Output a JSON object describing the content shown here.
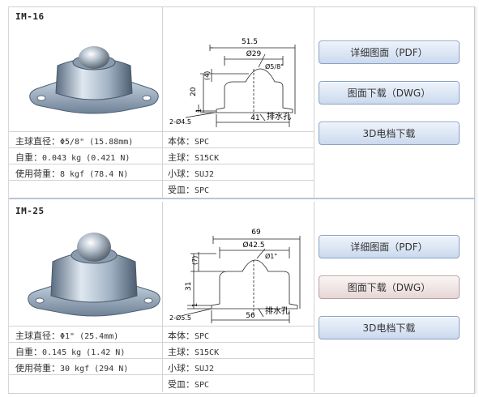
{
  "products": [
    {
      "model": "IM-16",
      "drawing": {
        "overall_width": "51.5",
        "inner_diameter": "Ø29",
        "ball_label": "Ø5/8\"",
        "height": "20",
        "ball_protrusion": "(4)",
        "flange_thickness": "1",
        "holes": "2-Ø4.5",
        "hole_pitch": "41",
        "drain_label": "排水孔"
      },
      "specs": [
        {
          "label": "主球直径",
          "value": "Φ5/8\" (15.88mm)"
        },
        {
          "label": "自重",
          "value": "0.043 kg (0.421 N)"
        },
        {
          "label": "使用荷重",
          "value": "8 kgf (78.4 N)"
        }
      ],
      "materials": [
        {
          "label": "本体",
          "value": "SPC"
        },
        {
          "label": "主球",
          "value": "S15CK"
        },
        {
          "label": "小球",
          "value": "SUJ2"
        },
        {
          "label": "受皿",
          "value": "SPC"
        }
      ],
      "buttons": [
        "详细图面（PDF）",
        "图面下载（DWG）",
        "3D电档下载"
      ]
    },
    {
      "model": "IM-25",
      "drawing": {
        "overall_width": "69",
        "inner_diameter": "Ø42.5",
        "ball_label": "Ø1\"",
        "height": "31",
        "ball_protrusion": "(7)",
        "flange_thickness": "1",
        "holes": "2-Ø5.5",
        "hole_pitch": "56",
        "drain_label": "排水孔"
      },
      "specs": [
        {
          "label": "主球直径",
          "value": "Φ1\" (25.4mm)"
        },
        {
          "label": "自重",
          "value": "0.145 kg (1.42 N)"
        },
        {
          "label": "使用荷重",
          "value": "30 kgf (294 N)"
        }
      ],
      "materials": [
        {
          "label": "本体",
          "value": "SPC"
        },
        {
          "label": "主球",
          "value": "S15CK"
        },
        {
          "label": "小球",
          "value": "SUJ2"
        },
        {
          "label": "受皿",
          "value": "SPC"
        }
      ],
      "buttons": [
        "详细图面（PDF）",
        "图面下载（DWG）",
        "3D电档下载"
      ]
    }
  ],
  "colors": {
    "button_border": "#8aa3c3",
    "button_fill": "#dde7f5",
    "separator": "#b7c6d6"
  }
}
